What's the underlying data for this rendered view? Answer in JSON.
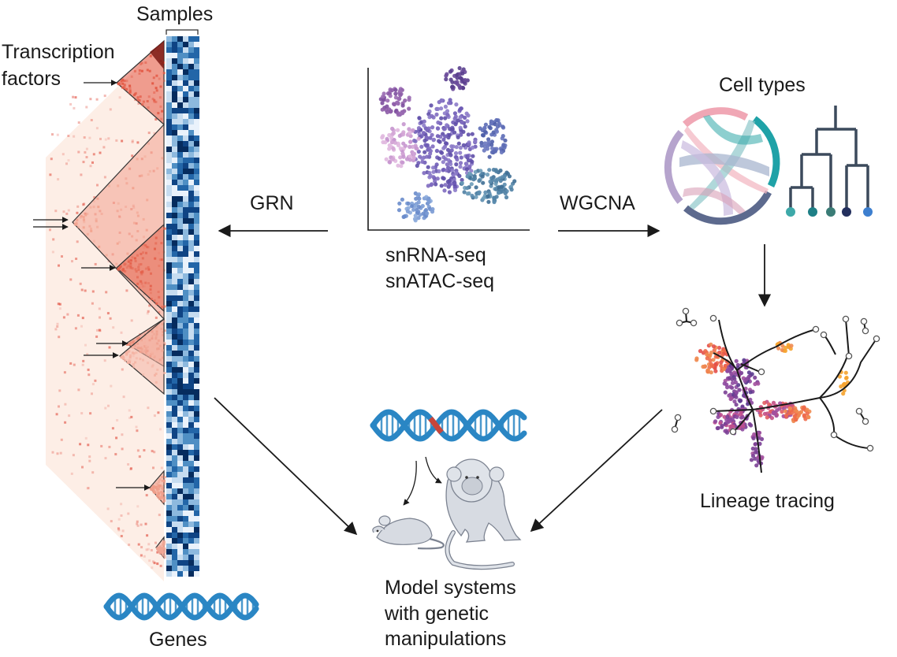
{
  "labels": {
    "samples": "Samples",
    "transcription_factors": "Transcription",
    "transcription_factors_2": "factors",
    "genes": "Genes",
    "grn": "GRN",
    "wgcna": "WGCNA",
    "snrna": "snRNA-seq",
    "snatac": "snATAC-seq",
    "cell_types": "Cell types",
    "lineage": "Lineage tracing",
    "model_line1": "Model systems",
    "model_line2": "with genetic",
    "model_line3": "manipulations"
  },
  "colors": {
    "heatmap_red": "#e0493a",
    "heatmap_blue": "#1f5fa0",
    "dna_blue": "#2a86c4",
    "edit_red": "#c8453a",
    "arrow": "#1a1a1a"
  },
  "icons": {
    "mouse": "mouse-icon",
    "monkey": "monkey-icon",
    "dna": "dna-helix-icon"
  }
}
